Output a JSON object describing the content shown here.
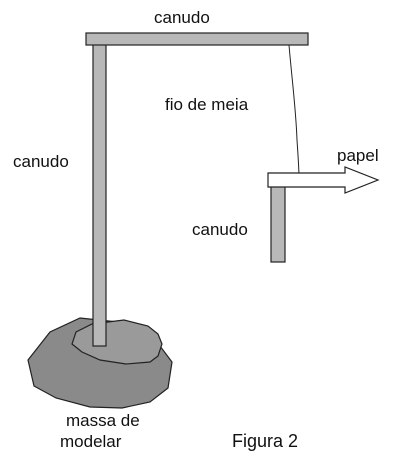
{
  "labels": {
    "top_straw": "canudo",
    "vertical_straw": "canudo",
    "small_straw": "canudo",
    "thread": "fio de meia",
    "paper": "papel",
    "clay_line1": "massa de",
    "clay_line2": "modelar"
  },
  "caption": "Figura 2",
  "colors": {
    "straw_fill": "#b8b8b8",
    "clay_fill": "#8a8a8a",
    "outline": "#222222",
    "paper_fill": "#ffffff"
  }
}
